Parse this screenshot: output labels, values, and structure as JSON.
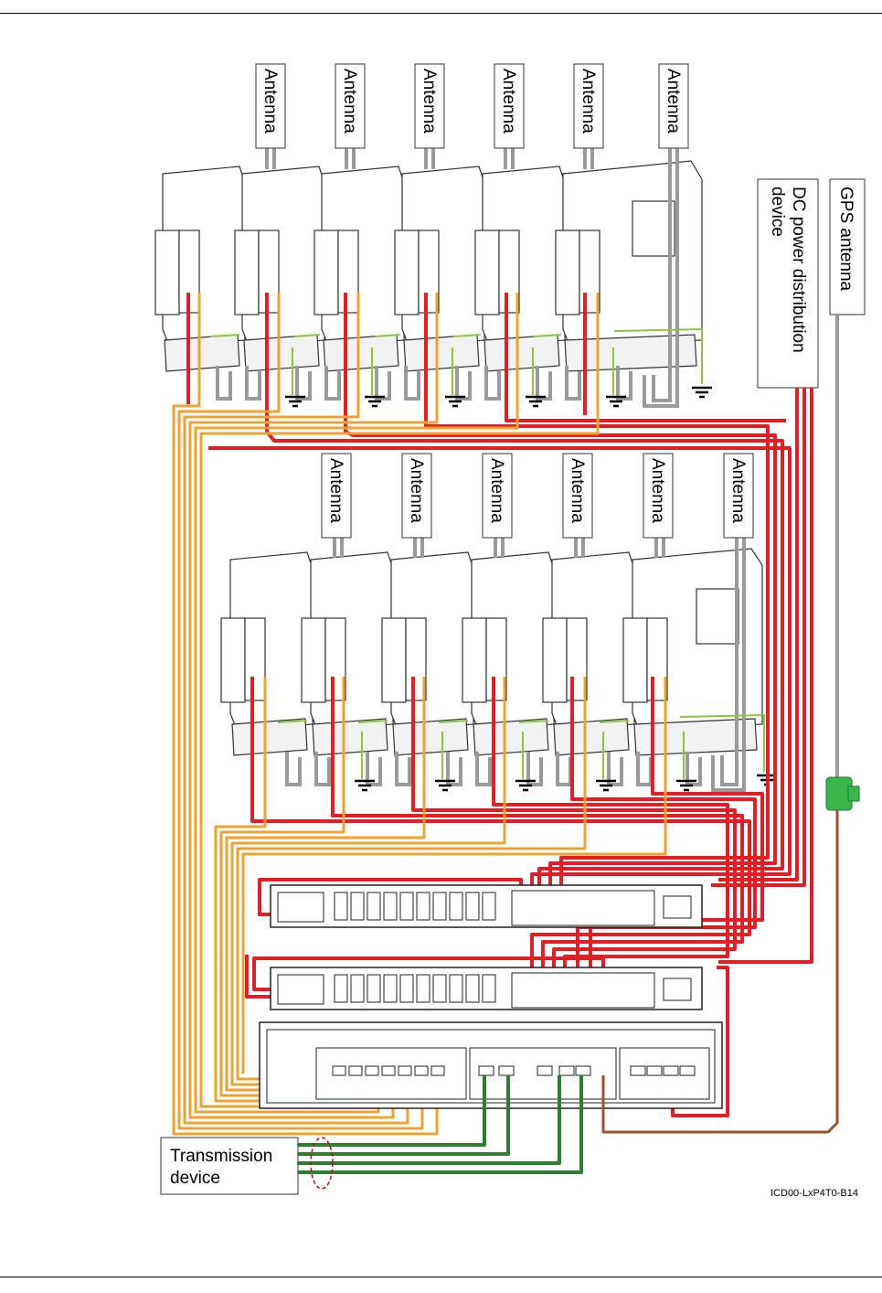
{
  "labels": {
    "antenna": "Antenna",
    "dc_power": [
      "DC power distribution",
      "device"
    ],
    "gps_antenna": "GPS antenna",
    "transmission": [
      "Transmission",
      "device"
    ],
    "figure_id": "ICD00-LxP4T0-B14"
  },
  "colors": {
    "power_cable": "#e31e24",
    "cpri_cable": "#f0a230",
    "transmission_cable": "#2e7d32",
    "gps_cable": "#a0522d",
    "antenna_cable": "#9a9a9a",
    "ground_cable": "#8dc63f",
    "lightning_arrester": "#39b54a"
  }
}
